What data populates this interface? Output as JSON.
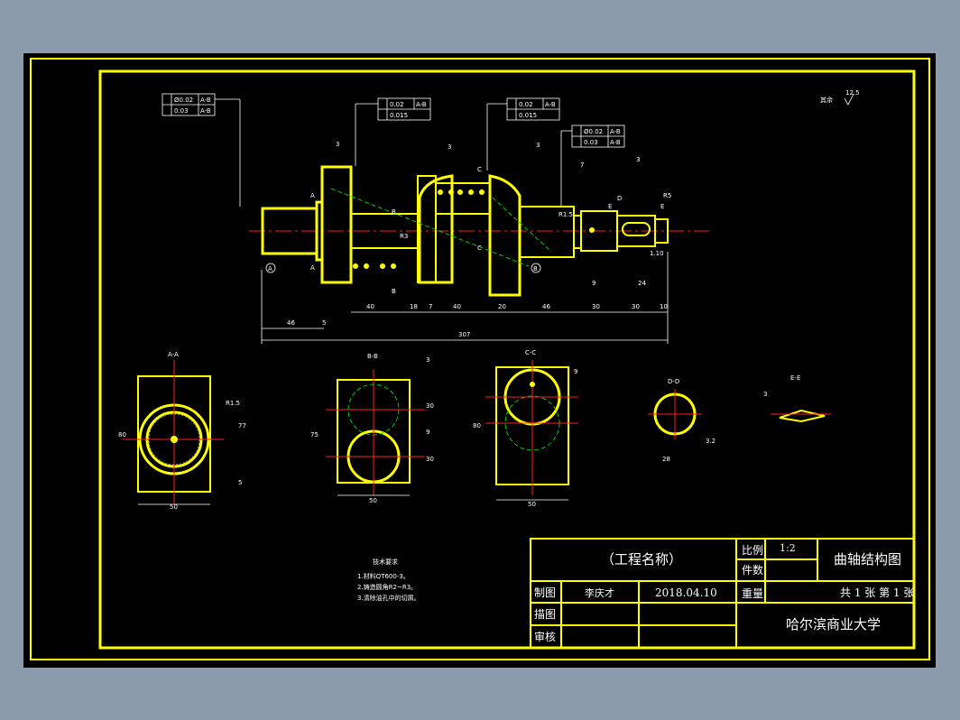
{
  "colors": {
    "background": "#8c9bab",
    "paper": "#000000",
    "outline": "#ffff00",
    "center_line": "#ff2020",
    "hidden_line": "#00d000",
    "dimension": "#ffffff"
  },
  "drawing": {
    "roughness_note": "其余",
    "roughness_symbol": "12.5",
    "total_length": "307",
    "segments": [
      "46",
      "5",
      "40",
      "18",
      "7",
      "40",
      "20",
      "46",
      "30",
      "30",
      "10"
    ],
    "misc_dims": [
      "3",
      "3",
      "3",
      "7",
      "3",
      "9",
      "24",
      "1.10",
      "R5",
      "R1.5",
      "R3"
    ],
    "gdt": [
      {
        "row1": "Ø0.02",
        "ref1": "A-B",
        "row2": "0.03",
        "ref2": "A-B"
      },
      {
        "row1": "0.02",
        "ref1": "A-B",
        "row2": "0.015",
        "ref2": ""
      },
      {
        "row1": "0.02",
        "ref1": "A-B",
        "row2": "0.015",
        "ref2": ""
      },
      {
        "row1": "Ø0.02",
        "ref1": "A-B",
        "row2": "0.03",
        "ref2": "A-B"
      }
    ],
    "datums": [
      "A",
      "B"
    ],
    "section_markers": [
      "A",
      "A",
      "B",
      "B",
      "C",
      "C",
      "D",
      "E",
      "E"
    ]
  },
  "sections": [
    {
      "title": "A-A",
      "width": "50",
      "height": "80",
      "right": "77",
      "small": "5",
      "radius": "R1.5"
    },
    {
      "title": "B-B",
      "width": "50",
      "height": "75",
      "d1": "3",
      "d2": "30",
      "d3": "9",
      "d4": "30"
    },
    {
      "title": "C-C",
      "width": "50",
      "height": "80",
      "d1": "9"
    },
    {
      "title": "D-D",
      "width": "28",
      "right": "3.2"
    },
    {
      "title": "E-E",
      "d1": "3"
    }
  ],
  "notes": {
    "title": "技术要求",
    "items": [
      "1.材料QT600-3。",
      "2.铸造圆角R2~R3。",
      "3.清除油孔中的切屑。"
    ]
  },
  "title_block": {
    "project": "（工程名称）",
    "scale_label": "比例",
    "scale_value": "1:2",
    "qty_label": "件数",
    "drawing_name": "曲轴结构图",
    "drawn_label": "制图",
    "drawn_by": "李庆才",
    "date": "2018.04.10",
    "weight_label": "重量",
    "sheet": "共 1 张 第 1 张",
    "trace_label": "描图",
    "check_label": "审核",
    "school": "哈尔滨商业大学"
  }
}
